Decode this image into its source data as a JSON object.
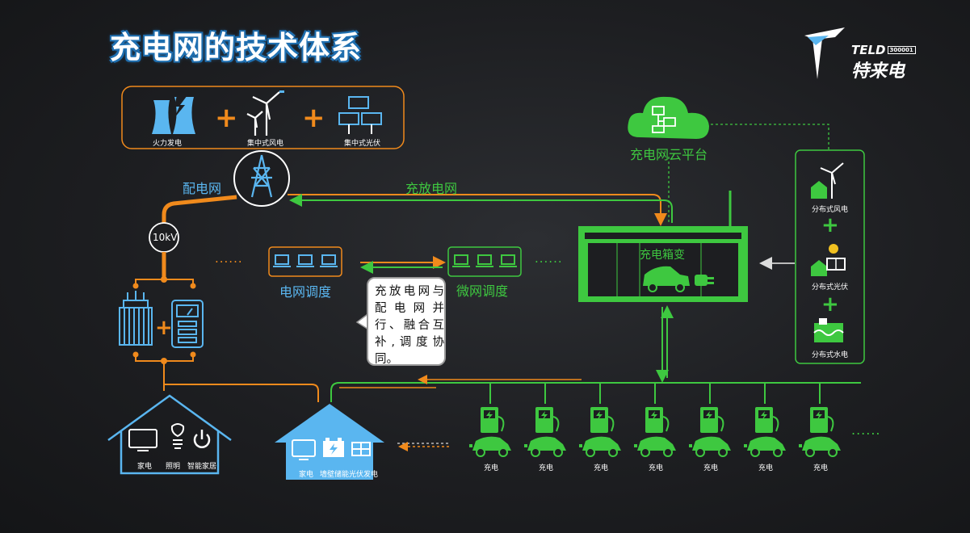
{
  "title": "充电网的技术体系",
  "logo": {
    "en": "TELD",
    "code": "300001",
    "cn": "特来电"
  },
  "generation": {
    "thermal": "火力发电",
    "wind": "集中式风电",
    "solar": "集中式光伏",
    "plus": "+"
  },
  "grid_labels": {
    "distribution": "配电网",
    "voltage": "10kV",
    "charge_discharge": "充放电网",
    "grid_dispatch": "电网调度",
    "micro_dispatch": "微网调度",
    "cloud": "充电网云平台",
    "box": "充电箱变",
    "dots": "......"
  },
  "callout": "充放电网与配电网并行、融合互补,调度协同。",
  "home1": {
    "tv": "家电",
    "light": "照明",
    "smart": "智能家居"
  },
  "home2": {
    "tv": "家电",
    "storage": "墙壁储能",
    "pv": "光伏发电"
  },
  "distributed": {
    "wind": "分布式风电",
    "pv": "分布式光伏",
    "hydro": "分布式水电",
    "plus": "+"
  },
  "stations": [
    "充电",
    "充电",
    "充电",
    "充电",
    "充电",
    "充电",
    "充电"
  ],
  "colors": {
    "orange": "#f08a1c",
    "green": "#3ec840",
    "blue": "#5ab6f0",
    "bg": "#1d1e21"
  }
}
